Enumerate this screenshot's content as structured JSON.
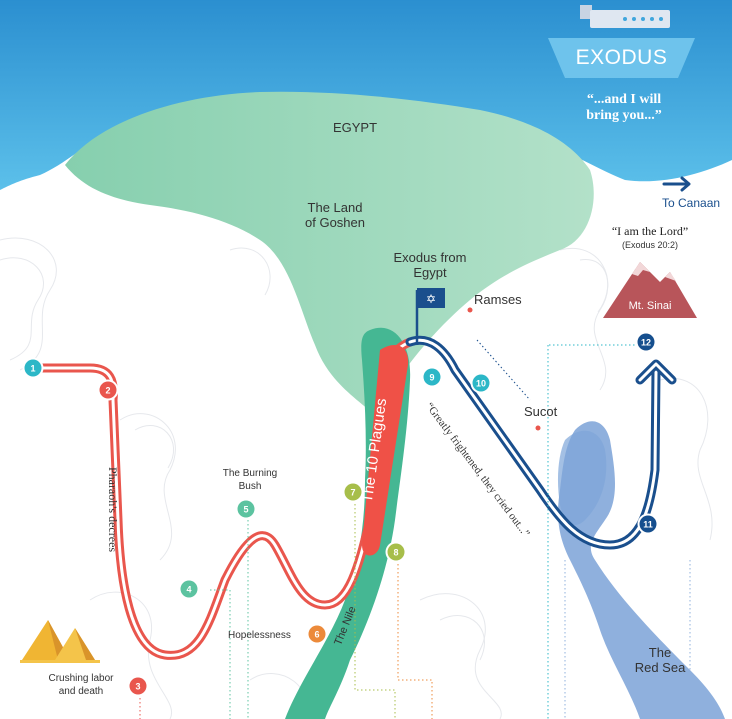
{
  "title": "EXODUS",
  "subtitle": "“...and I will bring you...”",
  "colors": {
    "sea": "#3fa6dd",
    "land": "#8fd0b0",
    "nile": "#45b793",
    "red_sea": "#8fb0dd",
    "red_path": "#e9564d",
    "blue_path": "#1a4f8d",
    "mountain": "#b8555a"
  },
  "labels": {
    "egypt": "EGYPT",
    "goshen_line1": "The Land",
    "goshen_line2": "of Goshen",
    "exodus_line1": "Exodus from",
    "exodus_line2": "Egypt",
    "ramses": "Ramses",
    "sucot": "Sucot",
    "to_canaan": "To Canaan",
    "quote_lord": "“I am the Lord”",
    "quote_ref": "(Exodus 20:2)",
    "mt_sinai": "Mt. Sinai",
    "burning_bush_line1": "The Burning",
    "burning_bush_line2": "Bush",
    "pharaoh": "Pharaoh's decrees",
    "plagues": "The 10 Plagues",
    "nile": "The Nile",
    "hopelessness": "Hopelessness",
    "crushing_line1": "Crushing labor",
    "crushing_line2": "and death",
    "frightened": "“Greatly frightened, they cried out...”",
    "red_sea_line1": "The",
    "red_sea_line2": "Red Sea"
  },
  "markers": [
    "1",
    "2",
    "3",
    "4",
    "5",
    "6",
    "7",
    "8",
    "9",
    "10",
    "11",
    "12"
  ],
  "icons": [
    "ship-icon",
    "israel-flag-icon",
    "pyramids-icon",
    "mountain-icon",
    "arrow-right-icon",
    "arrowhead-icon"
  ]
}
